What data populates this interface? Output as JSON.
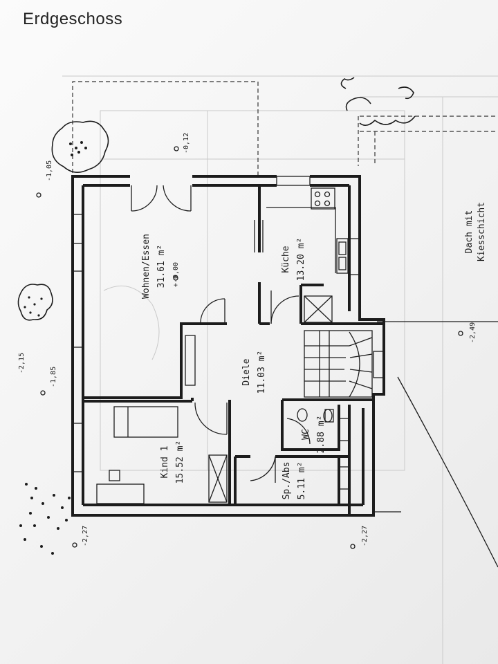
{
  "title": "Erdgeschoss",
  "rooms": {
    "wohnen": {
      "name": "Wohnen/Essen",
      "area": "31.61 m²",
      "level": "+-0,00"
    },
    "kueche": {
      "name": "Küche",
      "area": "13.20 m²"
    },
    "diele": {
      "name": "Diele",
      "area": "11.03 m²"
    },
    "kind": {
      "name": "Kind 1",
      "area": "15.52 m²"
    },
    "wc": {
      "name": "WC",
      "area": "2.88 m²"
    },
    "abs": {
      "name": "Sp./Abs",
      "area": "5.11 m²"
    }
  },
  "levels": {
    "nw": "-1,05",
    "terrace": "-0,12",
    "west_mid": "-1,85",
    "west_cut": "-2,15",
    "sw": "-2,27",
    "south": "-2,27",
    "east": "-2,49"
  },
  "roof_note": "Dach mit Kiesschicht"
}
